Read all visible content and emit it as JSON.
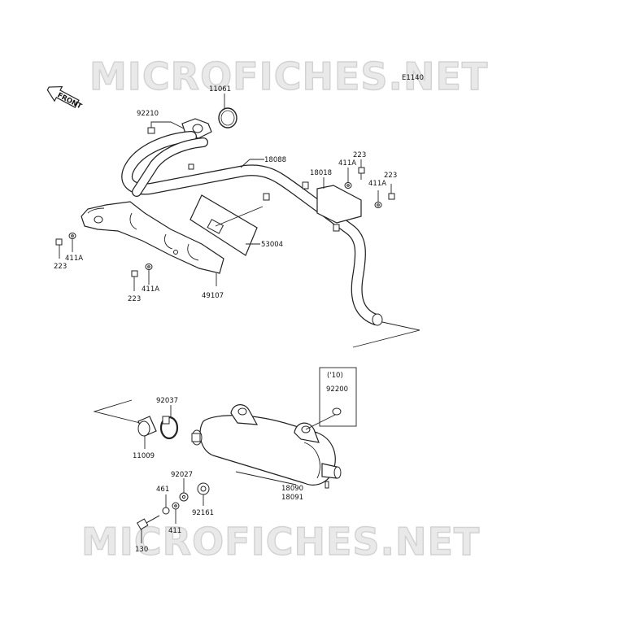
{
  "watermark": "MICROFICHES.NET",
  "diagram_code": "E1140",
  "front_marker": "FRONT",
  "year_note": "('10)",
  "labels": {
    "p11061": "11061",
    "p92210": "92210",
    "p18088": "18088",
    "p18018": "18018",
    "p223_a": "223",
    "p411A_a": "411A",
    "p223_b": "223",
    "p411A_b": "411A",
    "p53004": "53004",
    "p223_c": "223",
    "p411A_c": "411A",
    "p411A_d": "411A",
    "p223_d": "223",
    "p49107": "49107",
    "p92037": "92037",
    "p92200": "92200",
    "p11009": "11009",
    "p92027": "92027",
    "p461": "461",
    "p92161": "92161",
    "p411": "411",
    "p130": "130",
    "p18090": "18090",
    "p18091": "18091"
  }
}
